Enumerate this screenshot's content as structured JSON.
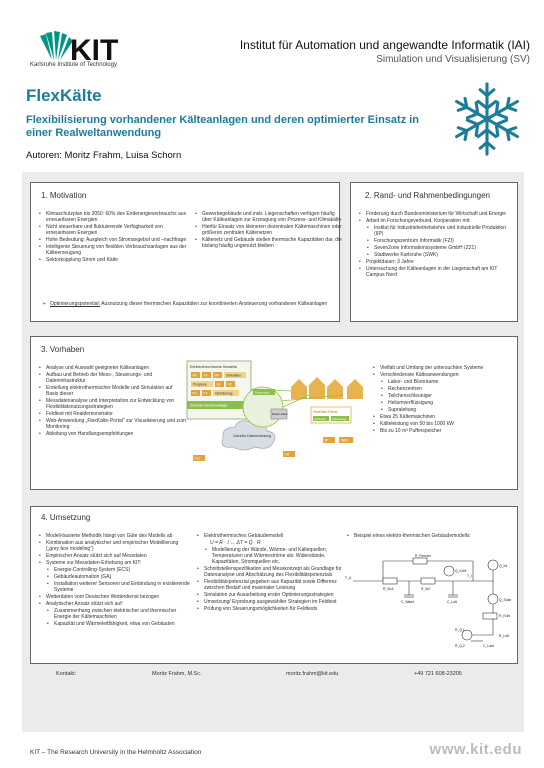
{
  "header": {
    "logo_text": "KIT",
    "logo_sub": "Karlsruhe Institute of Technology",
    "institute": "Institut für Automation und angewandte Informatik (IAI)",
    "department": "Simulation und Visualisierung (SV)"
  },
  "title": "FlexKälte",
  "subtitle": "Flexibilisierung vorhandener Kälteanlagen und deren optimierter Einsatz in einer Realweltanwendung",
  "authors": "Autoren: Moritz Frahm, Luisa Schorn",
  "motivation": {
    "heading": "1. Motivation",
    "col1": [
      "Klimaschutzplan bis 2050: 60% des Endenergieverbrauchs aus erneuerbaren Energien",
      "Nicht steuerbare und fluktuierende Verfügbarkeit von erneuerbaren Energien",
      "Hohe Bedeutung: Ausgleich von Stromangebot und –nachfrage",
      "Intelligente Steuerung von flexiblen Verbrauchsanlagen aus der Kälteerzeugung",
      "Sektorkopplung Strom und Kälte"
    ],
    "col2": [
      "Gewerbegebäude und insb. Liegenschaften verfügen häufig über Kälteanlagen zur Erzeugung von Prozess- und Klimakälte",
      "Hierfür Einsatz von kleineren dezentralen Kältemaschinen oder größeren zentralen Kältenetzen",
      "Kältenetz und Gebäude stellen thermische Kapazitäten dar, die bislang häufig ungenutzt bleiben"
    ],
    "potential_label": "Optimierungspotential:",
    "potential_text": " Ausnutzung dieser thermischen Kapazitäten zur koordinierten Ansteuerung vorhandener Kälteanlagen"
  },
  "conditions": {
    "heading": "2. Rand- und Rahmenbedingungen",
    "item1": "Förderung durch Bundesministerium für Wirtschaft und Energie",
    "item2": "Arbeit im Forschungsverbund, Kooperation mit:",
    "partners": [
      "Institut für Industriebetriebslehre und Industrielle Produktion (IIP)",
      "Forschungszentrum Informatik (FZI)",
      "Seven2one Informationssysteme GmbH (Z21)",
      "Stadtwerke Karlsruhe (SWK)"
    ],
    "item3": "Projektdauer: 3 Jahre",
    "item4": "Untersuchung der Kälteanlagen in der Liegenschaft am KIT Campus Nord"
  },
  "plans": {
    "heading": "3. Vorhaben",
    "col1": [
      "Analyse und Auswahl geeigneter Kälteanlagen",
      "Aufbau und Betrieb der Mess-, Steuerungs- und Dateninfrastruktur",
      "Erstellung elektrothermischer Modelle und Simulation auf Basis dieser",
      "Messdatenanalyse und Interpretation zur Entwicklung von Flexibilitätsnutzungsstrategien",
      "Feldtest mit Realdemonstrator",
      "Web-Anwendung „FlexKälte-Portal“ zur Visualisierung und zum Monitoring",
      "Ableitung von Handlungsempfehlungen"
    ],
    "col2_top": [
      "Vielfalt und Umfang der untersuchten Systeme",
      "Verschiedenste Kälteanwendungen:"
    ],
    "applications": [
      "Labor- und Büroräume",
      "Rechenzentren",
      "Teilchenschleuniger",
      "Heliumverflüssigung",
      "Supraleitung"
    ],
    "col2_bottom": [
      "Etwa 25 Kältemaschinen",
      "Kälteleistung von 50 bis 1000 kW",
      "Bis zu 10 m³ Pufferspeicher"
    ],
    "diagram": {
      "models": "Elektrothermische Modelle",
      "zentrale": "Zentrale Rechenanlage",
      "optimierung": "Optimierung",
      "tabs": [
        "Mo",
        "FB",
        "MP",
        "Simulation",
        "Prognose",
        "AP",
        "FO",
        "PV",
        "FV"
      ],
      "cloud": "Zukunfts-Datenerfassung",
      "portal": "FlexKälte-Portal",
      "datenbank": "Daten-bank",
      "steuerung": "Steuerung",
      "pills": [
        "Gebäude",
        "Kälteanlage"
      ],
      "boxes": [
        "F21",
        "FZI",
        "IIP",
        "SWK"
      ]
    }
  },
  "implementation": {
    "heading": "4. Umsetzung",
    "col1": [
      "Modell-basierte Methodik hängt von Güte des Modells ab",
      "Kombination aus analytischer und empirischer Modellierung („grey box modeling“)",
      "Empirischer Ansatz stützt sich auf Messdaten",
      "Systeme zur Messdaten-Erhebung am KIT:"
    ],
    "systems": [
      "Energie-Controlling-System (ECS)",
      "Gebäudeautomation (GA)",
      "Installation weiterer Sensoren und Einbindung in existierende Systeme"
    ],
    "col1_b": [
      "Wetterdaten vom Deutschen Wetterdienst bezogen",
      "Analytischer Ansatz stützt sich auf:"
    ],
    "analytic": [
      "Zusammenhang zwischen elektrischer und thermischer Energie der Kältemaschinen",
      "Kapazität und Wärmeleitfähigkeit, etwa von Gebäuden"
    ],
    "col2_a": "Elektrothermisches Gebäudemodell",
    "formula": "U = R · I   ↔   ΔT = Q̇ · R",
    "col2_sub": [
      "Modellierung der Wände, Wärme- und Kältequellen, Temperaturen und Wärmeströme als: Widerstände, Kapazitäten, Stromquellen etc."
    ],
    "col2_b": [
      "Schnittstellenspezifikation und Messkonzept als Grundlage für Datenanalyse und Abschätzung des Flexibilitätspotenzials",
      "Flexibilitätspotenzial gegeben aus Kapazität sowie Differenz zwischen Bedarf und maximaler Leistung",
      "Simulation zur Ausarbeitung erster Optimierungsstrategien",
      "Umsetzung/ Erprobung ausgewählter Strategien im Feldtest",
      "Prüfung von Steuerungsmöglichkeiten für Feldtests"
    ],
    "col3": "Beispiel eines elektro-thermischen Gebäudemodells:",
    "circuit": {
      "labels": [
        "R_Fenster",
        "T_A",
        "R_W,A",
        "C_Wand",
        "R_W,I",
        "T_I",
        "C_Luft",
        "Q̇_Kühl",
        "R_Kühl",
        "Q̇_Int",
        "Q̇_Solar",
        "C_Last",
        "R_Q,1",
        "R_Q,2",
        "R_Lüft"
      ]
    }
  },
  "contact": {
    "label": "Kontakt:",
    "name": "Moritz Frahm, M.Sc.",
    "email": "moritz.frahm@kit.edu",
    "phone": "+49 721 608-23205"
  },
  "footer": {
    "text": "KIT – The Research University in the Helmholtz Association",
    "web": "www.kit.edu"
  },
  "colors": {
    "accent": "#1d7d99",
    "kit_green": "#009682",
    "panel": "#ebebeb"
  }
}
